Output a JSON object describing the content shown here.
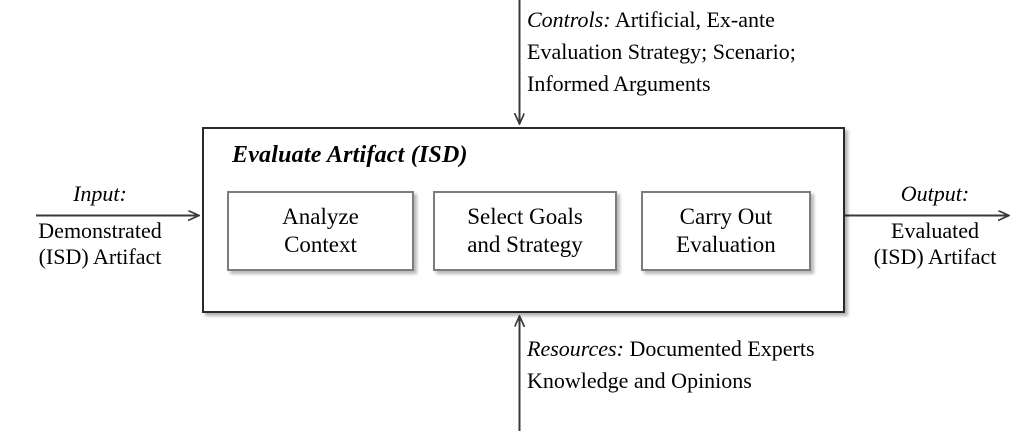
{
  "diagram": {
    "type": "idef0-process-box",
    "process": {
      "title": "Evaluate Artifact (ISD)",
      "activities": [
        {
          "line1": "Analyze",
          "line2": "Context"
        },
        {
          "line1": "Select Goals",
          "line2": "and Strategy"
        },
        {
          "line1": "Carry Out",
          "line2": "Evaluation"
        }
      ]
    },
    "input": {
      "lead": "Input:",
      "line1": "Demonstrated",
      "line2": "(ISD) Artifact",
      "arrow": "arrow-right-icon"
    },
    "output": {
      "lead": "Output:",
      "line1": "Evaluated",
      "line2": "(ISD) Artifact",
      "arrow": "arrow-right-icon"
    },
    "controls": {
      "lead": "Controls:",
      "line1": "Artificial, Ex-ante",
      "line2": "Evaluation Strategy; Scenario;",
      "line3": "Informed Arguments",
      "arrow": "arrow-down-icon"
    },
    "resources": {
      "lead": "Resources:",
      "line1": "Documented Experts",
      "line2": "Knowledge and Opinions",
      "arrow": "arrow-up-icon"
    },
    "colors": {
      "background": "#ffffff",
      "main_box_border": "#2a2a2a",
      "sub_box_border": "#7d7d7d",
      "arrow": "#3a3a3a",
      "text": "#000000"
    }
  }
}
